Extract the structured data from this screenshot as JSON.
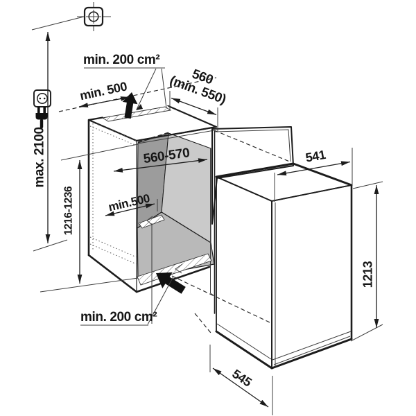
{
  "diagram": {
    "kind": "built-in appliance installation dimension drawing",
    "labels": {
      "vent_top": "min. 200 cm²",
      "clearance_top": "min. 500",
      "niche_depth_value": "560",
      "niche_depth_min": "(min. 550)",
      "niche_width": "560-570",
      "clearance_mid": "min.500",
      "niche_height": "1216-1236",
      "socket_height_max": "max. 2100",
      "vent_bottom": "min. 200 cm²",
      "appliance_width": "541",
      "appliance_height": "1213",
      "appliance_depth": "545"
    },
    "icons": {
      "junction_box": "junction-box-icon",
      "socket": "power-socket-icon",
      "plug": "power-plug-icon"
    },
    "colors": {
      "line": "#1c1c1c",
      "niche_side_wall": "#9c9c9c",
      "niche_back_wall": "#cacaca",
      "niche_floor": "#b9b9b9",
      "door": "#e7e7e7",
      "background": "#ffffff"
    }
  }
}
